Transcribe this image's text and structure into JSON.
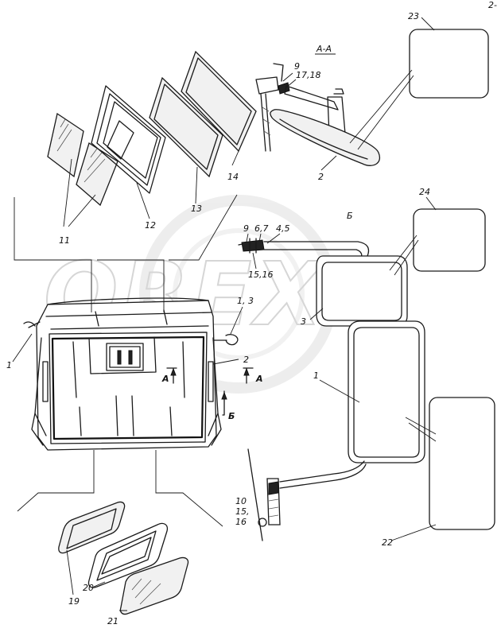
{
  "watermark": "OREX",
  "corner_mark": "2-",
  "sections": {
    "a_a": "А-А",
    "b": "Б"
  },
  "markers": {
    "a_left": "А",
    "a_right": "А",
    "b": "Б"
  },
  "labels": {
    "l23": "23",
    "l9a": "9",
    "l17_18": "17,18",
    "l2a": "2",
    "l14": "14",
    "l13": "13",
    "l12": "12",
    "l11": "11",
    "l24": "24",
    "l9b": "9",
    "l6_7": "6,7",
    "l4_5": "4,5",
    "l15_16a": "15,16",
    "l3": "3",
    "l1_3": "1, 3",
    "l1a": "1",
    "l2b": "2",
    "l1b": "1",
    "l10": "10",
    "l15": "15,",
    "l16": "16",
    "l22": "22",
    "l19": "19",
    "l20": "20",
    "l21": "21"
  }
}
